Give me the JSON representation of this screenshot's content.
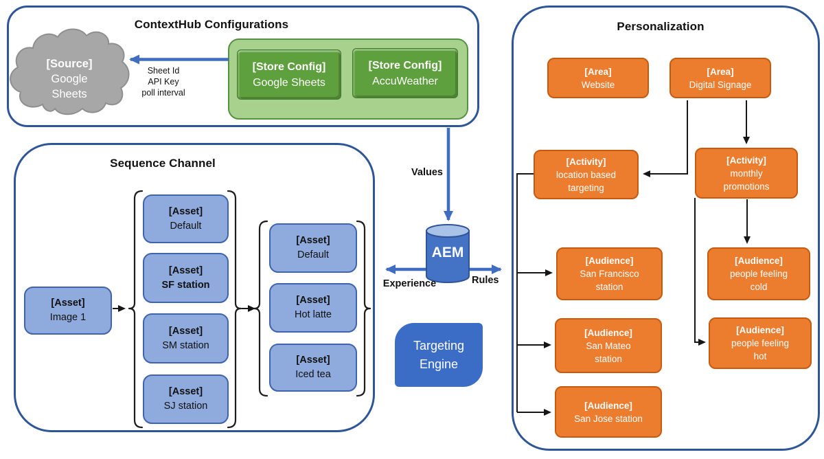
{
  "contexthub": {
    "title": "ContextHub Configurations",
    "source": {
      "tag": "[Source]",
      "name_line1": "Google",
      "name_line2": "Sheets"
    },
    "connection_labels": {
      "line1": "Sheet Id",
      "line2": "API Key",
      "line3": "poll interval"
    },
    "store_configs": [
      {
        "tag": "[Store Config]",
        "name": "Google Sheets"
      },
      {
        "tag": "[Store Config]",
        "name": "AccuWeather"
      }
    ]
  },
  "sequence_channel": {
    "title": "Sequence Channel",
    "root": {
      "tag": "[Asset]",
      "name": "Image 1"
    },
    "group1": [
      {
        "tag": "[Asset]",
        "name": "Default"
      },
      {
        "tag": "[Asset]",
        "name": "SF station"
      },
      {
        "tag": "[Asset]",
        "name": "SM station"
      },
      {
        "tag": "[Asset]",
        "name": "SJ station"
      }
    ],
    "group2": [
      {
        "tag": "[Asset]",
        "name": "Default"
      },
      {
        "tag": "[Asset]",
        "name": "Hot latte"
      },
      {
        "tag": "[Asset]",
        "name": "Iced tea"
      }
    ]
  },
  "hub": {
    "aem": "AEM",
    "values_label": "Values",
    "experience_label": "Experience",
    "rules_label": "Rules",
    "targeting_engine": "Targeting Engine"
  },
  "personalization": {
    "title": "Personalization",
    "areas": [
      {
        "tag": "[Area]",
        "name": "Website"
      },
      {
        "tag": "[Area]",
        "name": "Digital Signage"
      }
    ],
    "activities": [
      {
        "tag": "[Activity]",
        "name": "location based targeting"
      },
      {
        "tag": "[Activity]",
        "name": "monthly promotions"
      }
    ],
    "audiences": [
      {
        "tag": "[Audience]",
        "name": "San Francisco station"
      },
      {
        "tag": "[Audience]",
        "name": "people feeling cold"
      },
      {
        "tag": "[Audience]",
        "name": "San Mateo station"
      },
      {
        "tag": "[Audience]",
        "name": "people feeling hot"
      },
      {
        "tag": "[Audience]",
        "name": "San Jose station"
      }
    ]
  },
  "colors": {
    "container_border": "#2e5697",
    "connector_blue": "#3f6ec0",
    "asset_fill": "#8faadc",
    "orange_fill": "#ec7c2e",
    "green_container_fill": "#a9d18e",
    "store_config_fill": "#5fa03e",
    "cloud_fill": "#a7a7a7",
    "cylinder_fill": "#4472c4",
    "targeting_engine_fill": "#3b6dc7"
  }
}
